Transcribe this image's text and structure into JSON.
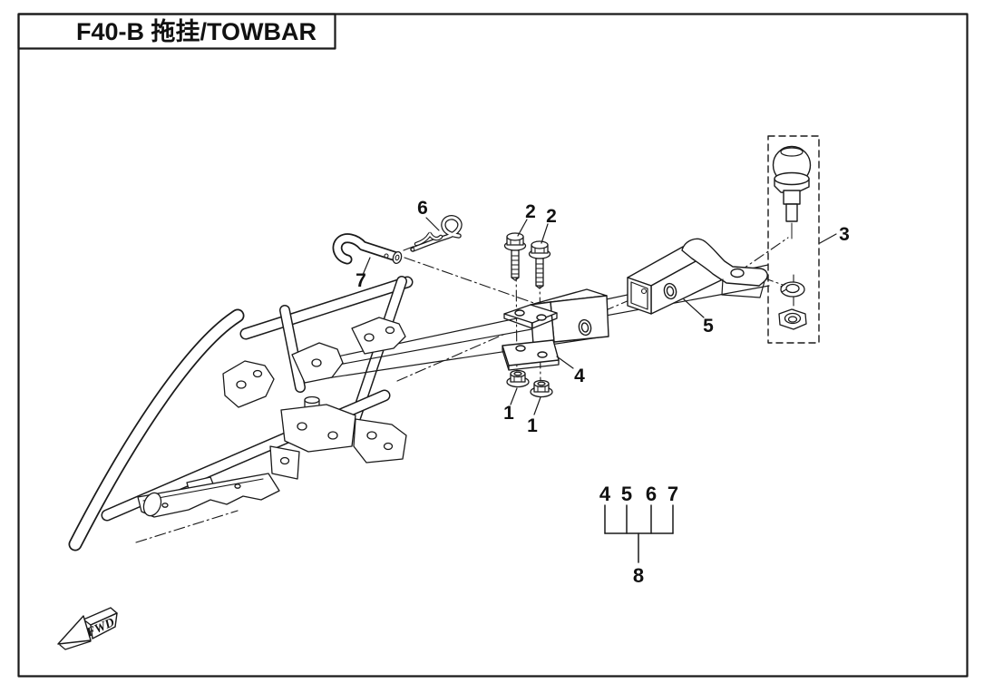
{
  "title": {
    "text": "F40-B 拖挂/TOWBAR"
  },
  "callouts": {
    "n1": "1",
    "n2": "2",
    "n3": "3",
    "n4": "4",
    "n5": "5",
    "n6": "6",
    "n7": "7"
  },
  "kit_tree": {
    "members": {
      "m1": "4",
      "m2": "5",
      "m3": "6",
      "m4": "7"
    },
    "kit_number": "8"
  },
  "direction_marker": {
    "label": "FWD"
  },
  "colors": {
    "ink": "#1a1a1a",
    "background": "#ffffff"
  }
}
